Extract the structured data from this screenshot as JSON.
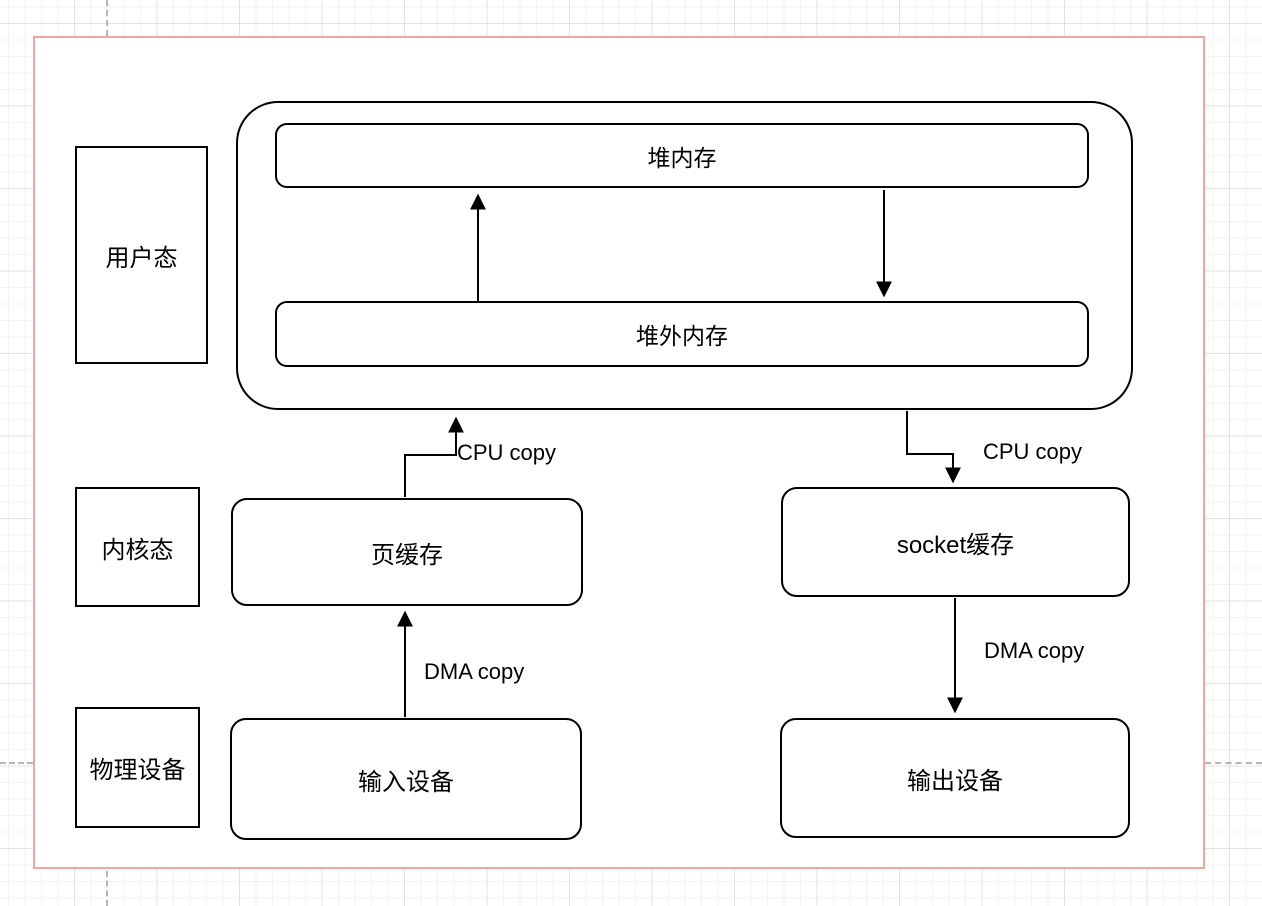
{
  "diagram": {
    "lanes": [
      {
        "label": "用户态"
      },
      {
        "label": "内核态"
      },
      {
        "label": "物理设备"
      }
    ],
    "nodes": {
      "heap": {
        "label": "堆内存"
      },
      "offheap": {
        "label": "堆外内存"
      },
      "page_cache": {
        "label": "页缓存"
      },
      "socket_buffer": {
        "label": "socket缓存"
      },
      "input_device": {
        "label": "输入设备"
      },
      "output_device": {
        "label": "输出设备"
      }
    },
    "edge_labels": {
      "cpu_copy_left": "CPU copy",
      "cpu_copy_right": "CPU copy",
      "dma_copy_left": "DMA copy",
      "dma_copy_right": "DMA copy"
    },
    "colors": {
      "page_border": "#f2a5a1",
      "shape_stroke": "#000000",
      "shape_fill": "#ffffff",
      "grid_minor": "#f3f3f3",
      "grid_major": "#e2e2e2",
      "guide_dash": "#b5b5b5"
    }
  }
}
